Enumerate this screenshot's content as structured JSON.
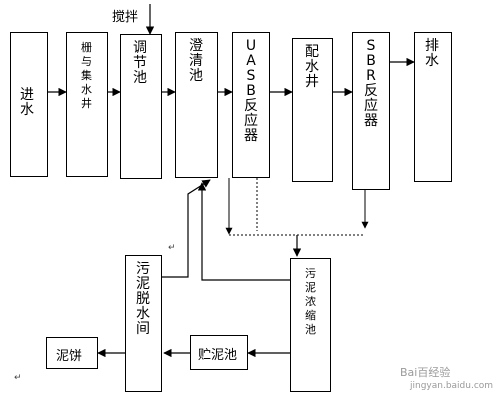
{
  "nodes": {
    "inlet": "进\n水",
    "screen_well": "栅\n与\n集\n水\n井",
    "equalization": "调\n节\n池",
    "clarifier": "澄\n清\n池",
    "uasb": "U\nA\nS\nB\n反\n应\n器",
    "distribution_well": "配\n水\n井",
    "sbr": "S\nB\nR\n反\n应\n器",
    "outlet": "排\n水",
    "sludge_thickener": "污\n泥\n浓\n缩\n池",
    "sludge_storage": "贮泥池",
    "sludge_dewatering": "污\n泥\n脱\n水\n间",
    "sludge_cake": "泥饼"
  },
  "labels": {
    "stirring": "搅拌",
    "mark": "↵"
  },
  "watermark": {
    "brand": "Bai百经验",
    "site": "jingyan.baidu.com"
  }
}
